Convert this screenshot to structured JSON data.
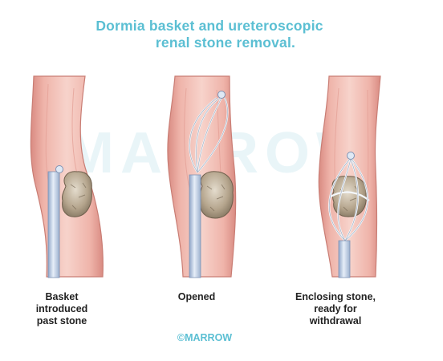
{
  "title": {
    "line1": "Dormia basket and ureteroscopic",
    "line2": "renal stone removal."
  },
  "watermark": "MARROW",
  "panels": [
    {
      "caption_lines": [
        "Basket",
        "introduced",
        "past stone"
      ]
    },
    {
      "caption_lines": [
        "Opened"
      ]
    },
    {
      "caption_lines": [
        "Enclosing stone,",
        "ready for",
        "withdrawal"
      ]
    }
  ],
  "copyright": "©MARROW",
  "colors": {
    "title": "#5bbfd3",
    "ureter_wall": "#e9a8a0",
    "ureter_lumen": "#f4c9c2",
    "stone": "#b0a08a",
    "scope": "#c9d8ec"
  }
}
